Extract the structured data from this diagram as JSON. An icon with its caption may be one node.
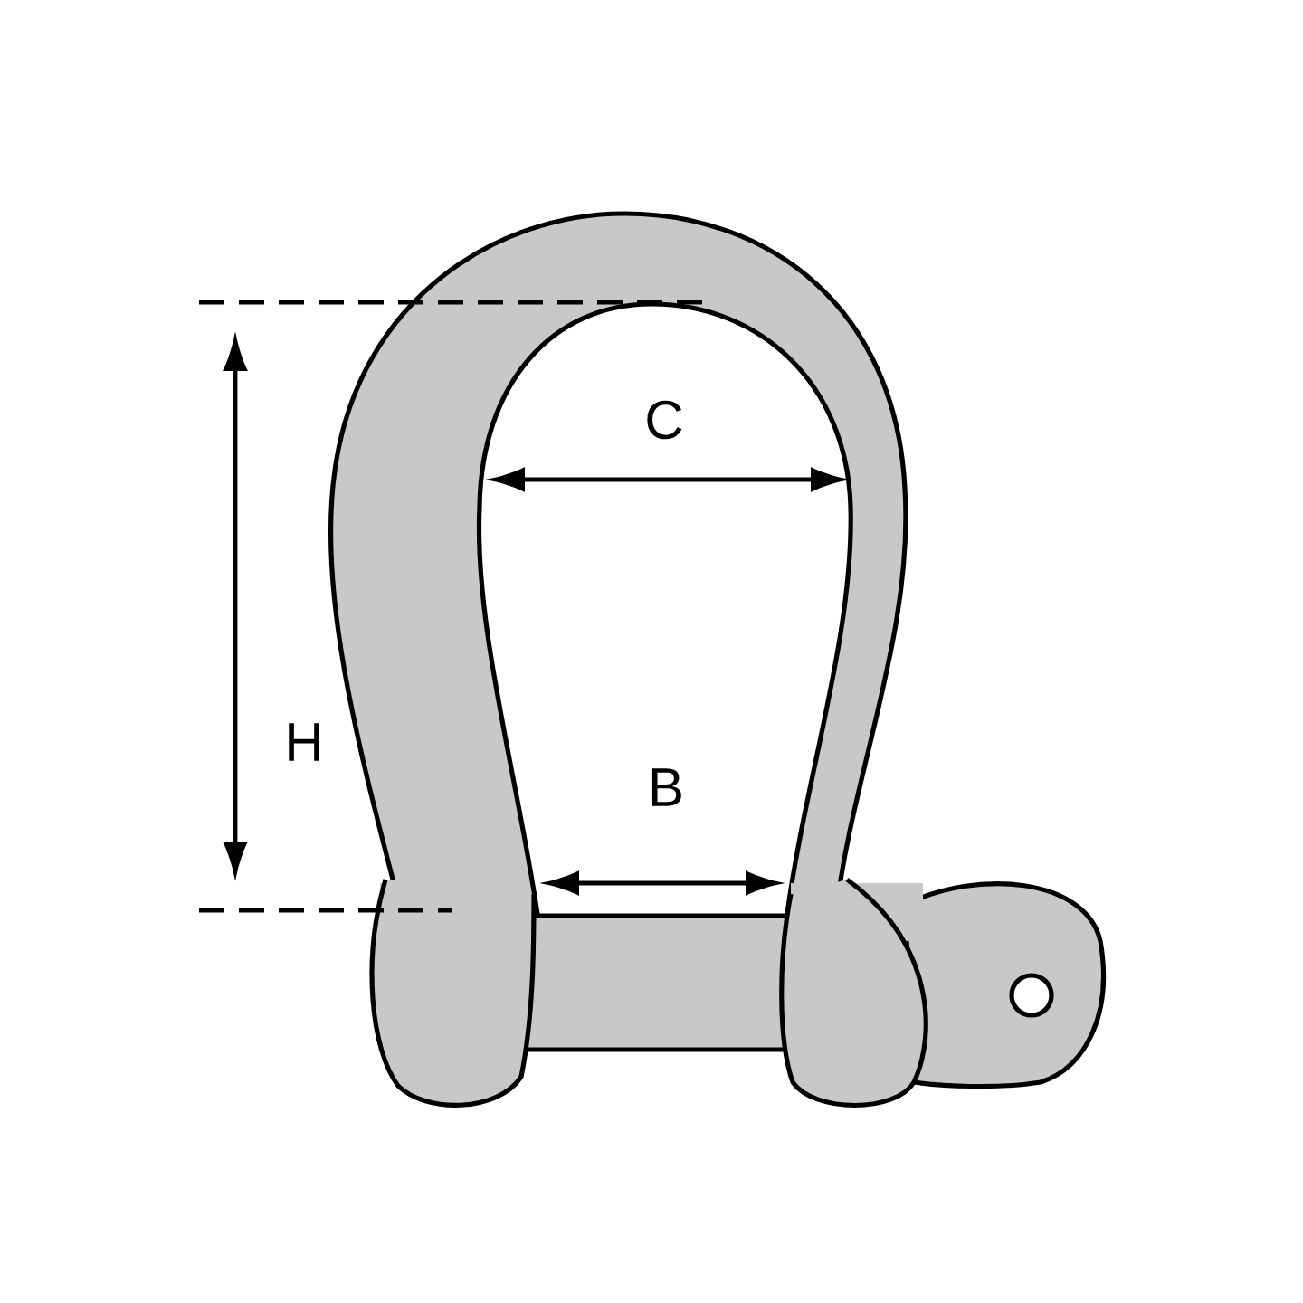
{
  "diagram": {
    "labels": [
      "C",
      "H",
      "B"
    ]
  }
}
